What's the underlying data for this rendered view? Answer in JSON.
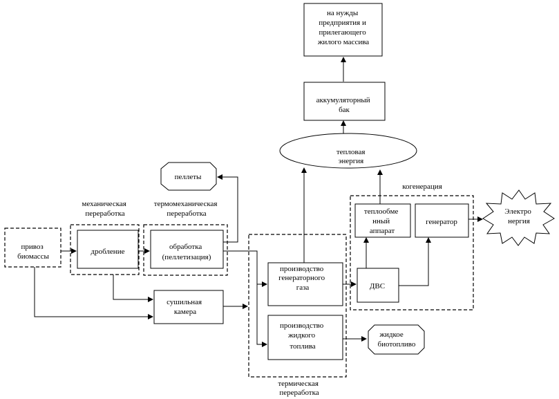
{
  "nodes": {
    "privoz": [
      "привоз",
      "биомассы"
    ],
    "droblenie": [
      "дробление"
    ],
    "obrabotka": [
      "обработка",
      "(пеллетизация)"
    ],
    "pellety": [
      "пеллеты"
    ],
    "sushilnaya": [
      "сушильная",
      "камера"
    ],
    "gen_gas": [
      "производство",
      "генераторного",
      "газа"
    ],
    "liquid_fuel": [
      "производство",
      "жидкого",
      "топлива"
    ],
    "biofuel": [
      "жидкое",
      "биотопливо"
    ],
    "dvs": [
      "ДВС"
    ],
    "heat_exchanger": [
      "теплообме",
      "нный",
      "аппарат"
    ],
    "generator": [
      "генератор"
    ],
    "electricity": [
      "Электро",
      "нергия"
    ],
    "heat": [
      "тепловая",
      "энергия"
    ],
    "battery_tank": [
      "аккумуляторный",
      "бак"
    ],
    "needs": [
      "на нужды",
      "предприятия и",
      "прилегающего",
      "жилого массива"
    ]
  },
  "groups": {
    "mechanical": [
      "механическая",
      "переработка"
    ],
    "thermomechanical": [
      "термомеханическая",
      "переработка"
    ],
    "thermal": [
      "термическая",
      "переработка"
    ],
    "cogeneration": [
      "когенерация"
    ]
  }
}
